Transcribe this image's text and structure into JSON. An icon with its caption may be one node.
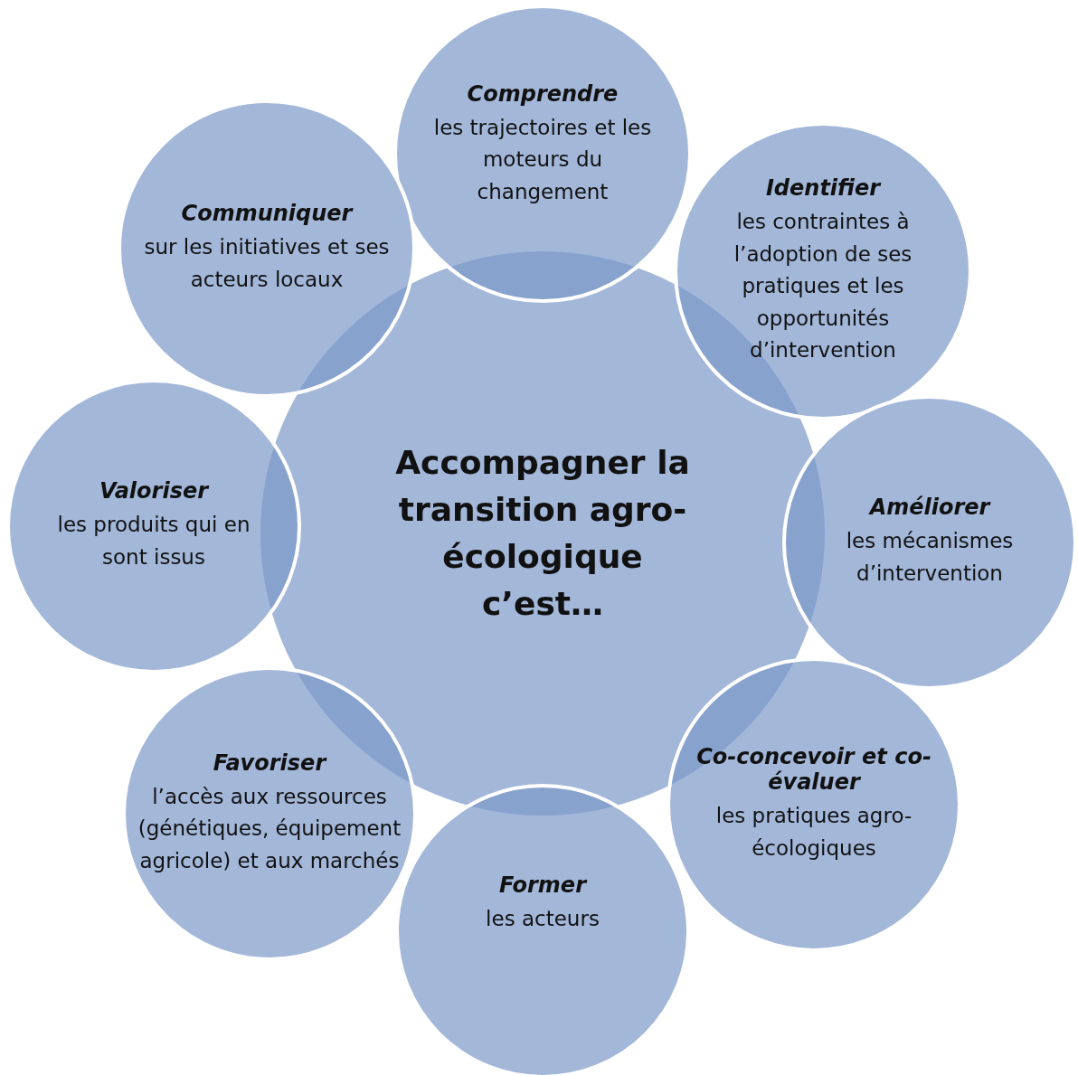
{
  "diagram": {
    "nodes": [
      {
        "text": [
          "Accompagner la transition agro-écologique c’est…"
        ]
      },
      {
        "text": [
          "Comprendre",
          "les trajectoires et les moteurs du changement"
        ]
      },
      {
        "text": [
          "Identifier",
          "les contraintes à l’adoption de ses pratiques et les opportunités d’intervention"
        ]
      },
      {
        "text": [
          "Améliorer",
          "les mécanismes d’intervention"
        ]
      },
      {
        "text": [
          "Co-concevoir et co-évaluer",
          "les pratiques agro-écologiques"
        ]
      },
      {
        "text": [
          "Former",
          "les acteurs"
        ]
      },
      {
        "text": [
          "Favoriser",
          "l’accès aux ressources (génétiques, équipement agricole) et aux marchés"
        ]
      },
      {
        "text": [
          "Valoriser",
          "les produits qui en sont issus"
        ]
      },
      {
        "text": [
          "Communiquer",
          "sur les initiatives et ses acteurs locaux"
        ]
      }
    ],
    "edges": []
  }
}
